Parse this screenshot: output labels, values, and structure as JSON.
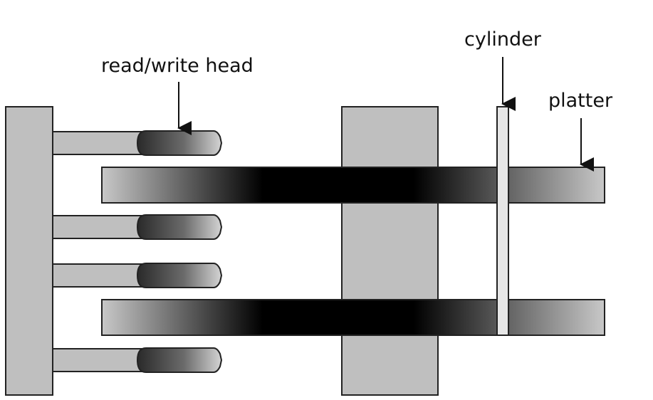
{
  "labels": {
    "read_write_head": "read/write head",
    "cylinder": "cylinder",
    "platter": "platter"
  },
  "colors": {
    "background": "#ffffff",
    "arm_block": "#bfbfbf",
    "spindle": "#bfbfbf",
    "cylinder_rod": "#e6e6e6",
    "outline": "#222222",
    "gradient_dark": "#000000",
    "gradient_light": "#c8c8c8"
  },
  "components": {
    "arm_count": 4,
    "platter_count": 2
  }
}
